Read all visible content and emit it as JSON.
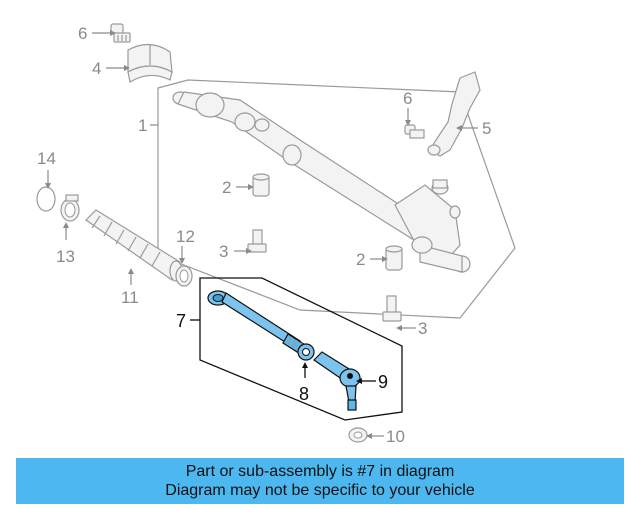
{
  "callouts": {
    "c1": "1",
    "c2a": "2",
    "c2b": "2",
    "c3a": "3",
    "c3b": "3",
    "c4": "4",
    "c5": "5",
    "c6a": "6",
    "c6b": "6",
    "c7": "7",
    "c8": "8",
    "c9": "9",
    "c10": "10",
    "c11": "11",
    "c12": "12",
    "c13": "13",
    "c14": "14"
  },
  "banner": {
    "line1": "Part or sub-assembly is #7 in diagram",
    "line2": "Diagram may not be specific to your vehicle"
  },
  "colors": {
    "banner_bg": "#4db8f0",
    "highlight": "#7cc4ee",
    "ghost_line": "#9a9a9a"
  }
}
